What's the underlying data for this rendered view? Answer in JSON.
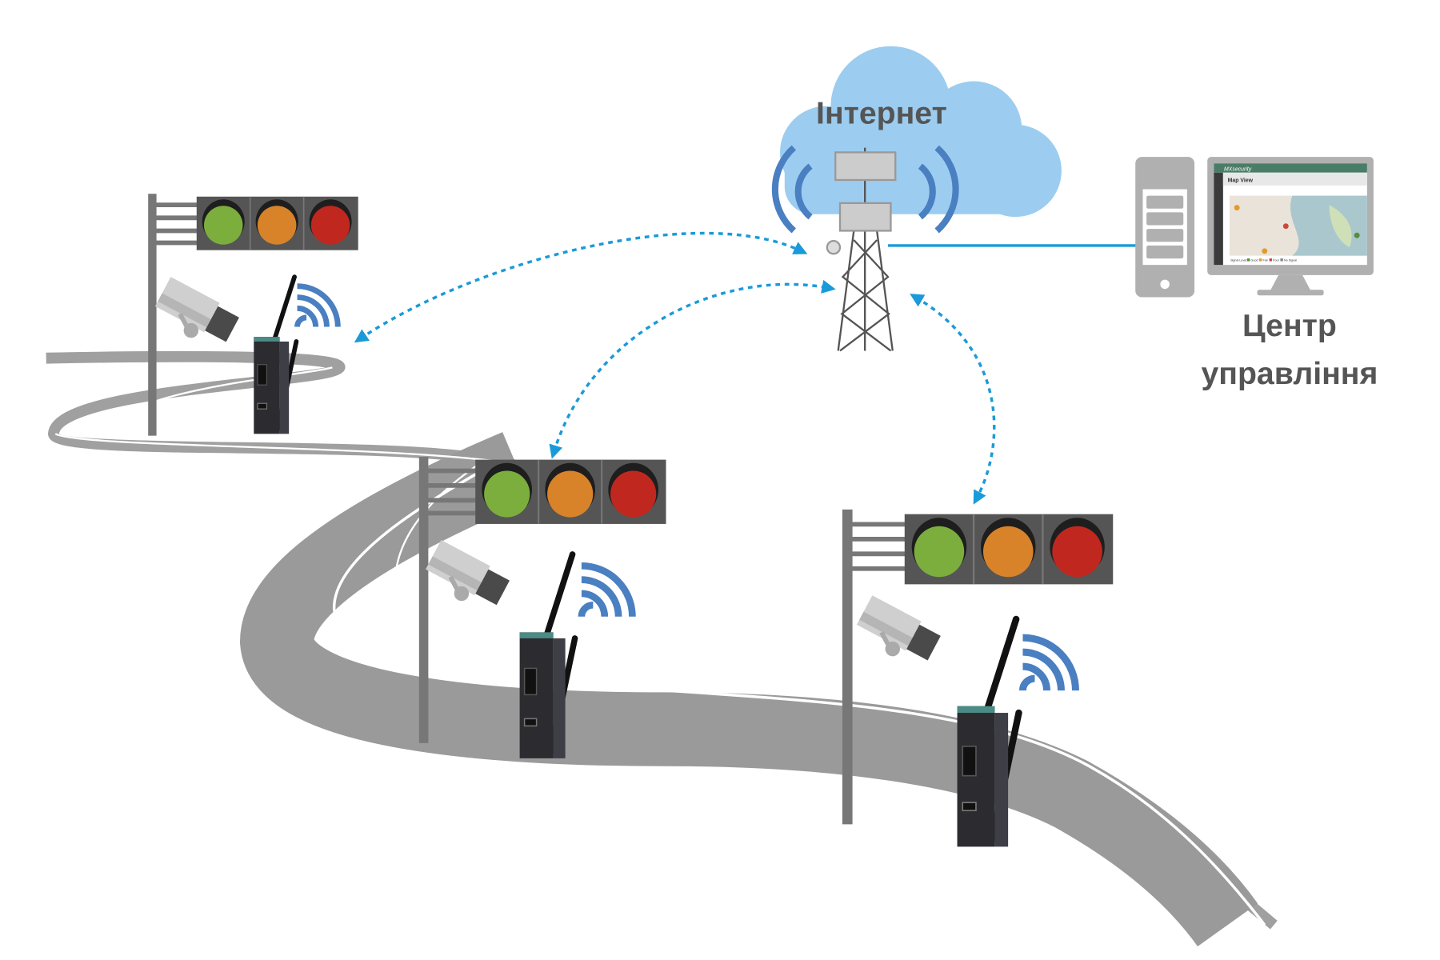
{
  "labels": {
    "internet": "Інтернет",
    "control_center_line1": "Центр",
    "control_center_line2": "управління"
  },
  "monitor": {
    "app_name": "MXsecurity",
    "view_title": "Map View",
    "legend_label": "Signal Level:",
    "legend": [
      {
        "label": "Good",
        "color": "#5a8a3c"
      },
      {
        "label": "Fair",
        "color": "#e39a2d"
      },
      {
        "label": "Poor",
        "color": "#c94a3b"
      },
      {
        "label": "No Signal",
        "color": "#888888"
      }
    ]
  },
  "colors": {
    "cloud": "#9ccdf0",
    "link": "#1a9ad9",
    "wifi": "#4a7fc1",
    "road": "#9a9a9a",
    "light_green": "#7cae3e",
    "light_amber": "#d8832a",
    "light_red": "#c0281f",
    "light_housing": "#555555",
    "header_green": "#4a7d68"
  }
}
